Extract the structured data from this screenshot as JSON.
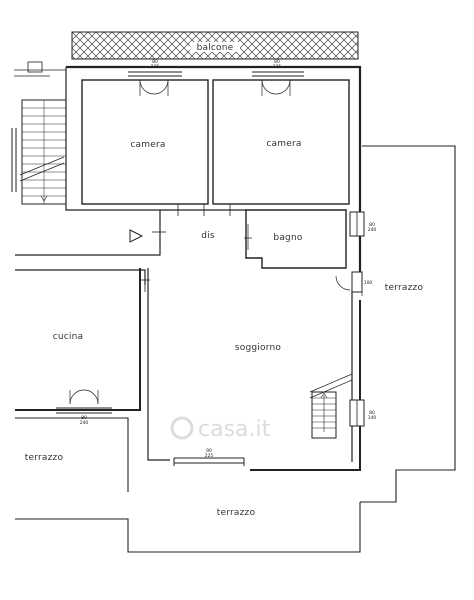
{
  "rooms": {
    "balcone": "balcone",
    "camera_left": "camera",
    "camera_right": "camera",
    "dis": "dis",
    "bagno": "bagno",
    "cucina": "cucina",
    "soggiorno": "soggiorno",
    "terrazzo_right": "terrazzo",
    "terrazzo_left": "terrazzo",
    "terrazzo_bottom": "terrazzo"
  },
  "window_dims": {
    "bagno_window": [
      "80",
      "240"
    ],
    "soggiorno_right_upper": [
      "100",
      ""
    ],
    "soggiorno_right_lower": [
      "80",
      "140"
    ],
    "camera_left_window": [
      "80",
      "225"
    ],
    "camera_right_window": [
      "80",
      "225"
    ],
    "cucina_window": [
      "80",
      "240"
    ],
    "soggiorno_bottom_window": [
      "90",
      "225"
    ]
  },
  "watermark": "casa.it",
  "colors": {
    "wall": "#222222",
    "hatch": "#444444",
    "background": "#ffffff",
    "watermark": "#bfbfbf"
  }
}
